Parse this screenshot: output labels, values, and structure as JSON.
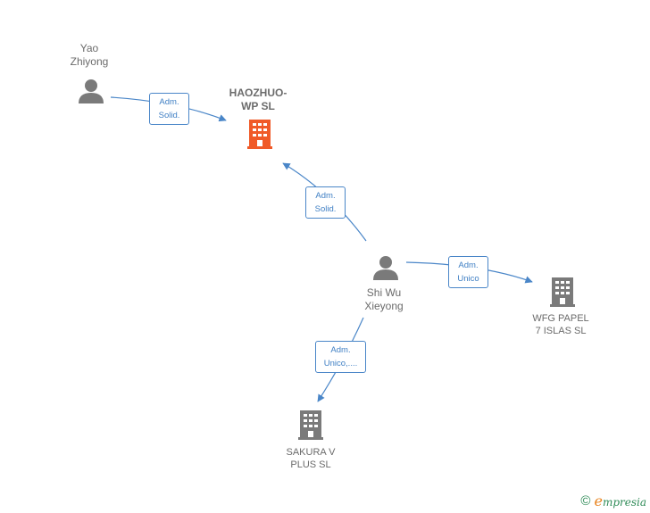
{
  "nodes": {
    "yao": {
      "label": "Yao\nZhiyong",
      "kind": "person"
    },
    "haozhuo": {
      "label": "HAOZHUO-\nWP  SL",
      "kind": "company-focus"
    },
    "shiwu": {
      "label": "Shi Wu\nXieyong",
      "kind": "person"
    },
    "wfg": {
      "label": "WFG PAPEL\n7 ISLAS  SL",
      "kind": "company"
    },
    "sakura": {
      "label": "SAKURA V\nPLUS  SL",
      "kind": "company"
    }
  },
  "edges": {
    "e1": {
      "from": "Yao Zhiyong",
      "to": "HAOZHUO-WP SL",
      "label": "Adm.\nSolid."
    },
    "e2": {
      "from": "Shi Wu Xieyong",
      "to": "HAOZHUO-WP SL",
      "label": "Adm.\nSolid."
    },
    "e3": {
      "from": "Shi Wu Xieyong",
      "to": "WFG PAPEL 7 ISLAS SL",
      "label": "Adm.\nUnico"
    },
    "e4": {
      "from": "Shi Wu Xieyong",
      "to": "SAKURA V PLUS SL",
      "label": "Adm.\nUnico,...."
    }
  },
  "colors": {
    "edge": "#4a86c8",
    "person_icon": "#7a7a7a",
    "company_icon": "#7a7a7a",
    "focus_icon": "#f05a28"
  },
  "brand": {
    "copyright": "©",
    "e": "e",
    "word": "mpresia"
  }
}
